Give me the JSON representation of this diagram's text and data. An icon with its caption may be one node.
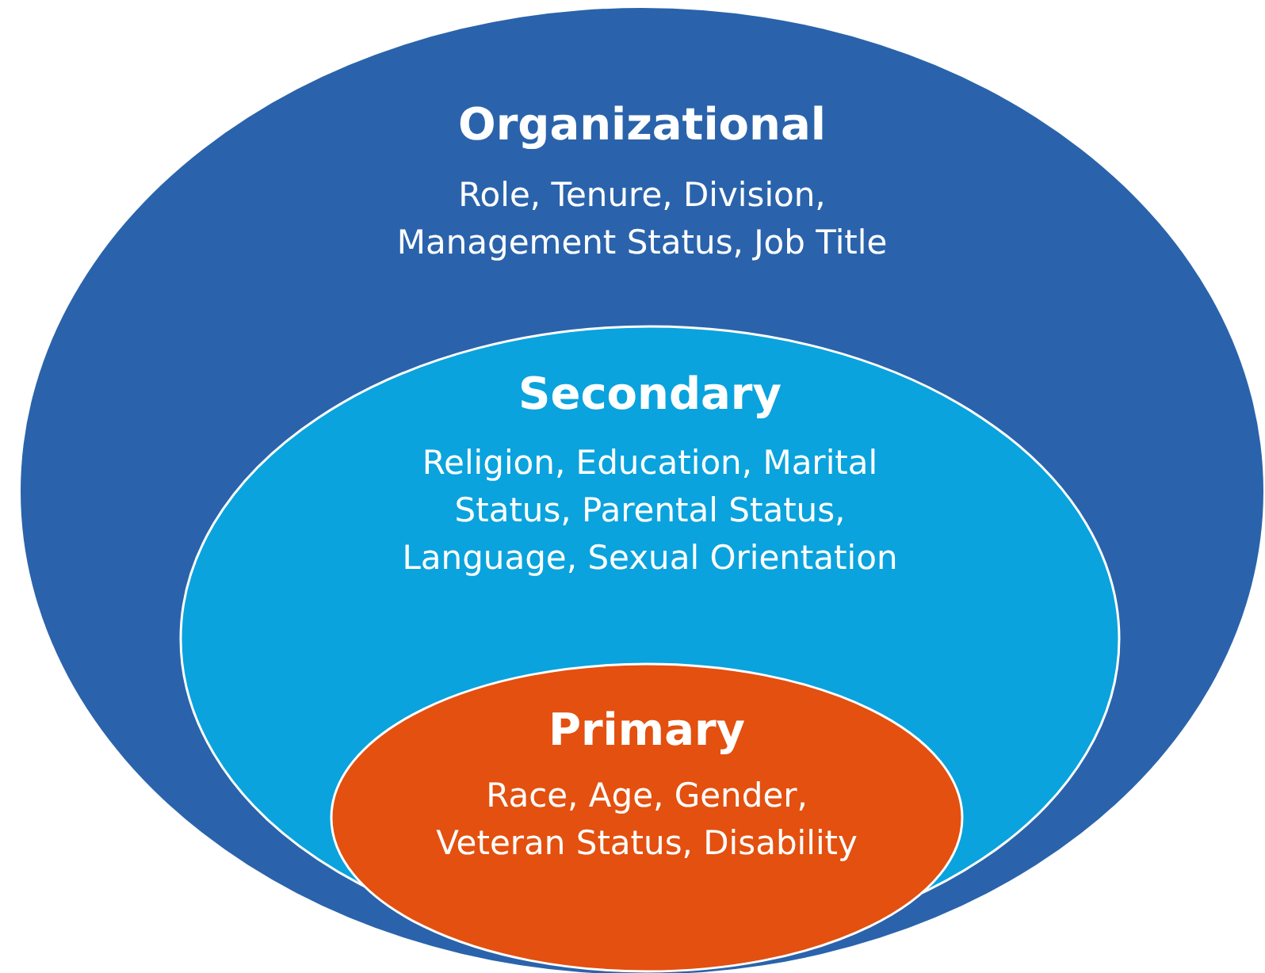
{
  "diagram": {
    "nodes": [
      {
        "text": [
          "Organizational",
          "Role, Tenure, Division, Management Status, Job Title"
        ]
      },
      {
        "text": [
          "Secondary",
          "Religion, Education, Marital Status, Parental Status, Language, Sexual Orientation"
        ],
        "in": 0
      },
      {
        "text": [
          "Primary",
          "Race, Age, Gender, Veteran Status, Disability"
        ],
        "in": 1
      }
    ]
  }
}
